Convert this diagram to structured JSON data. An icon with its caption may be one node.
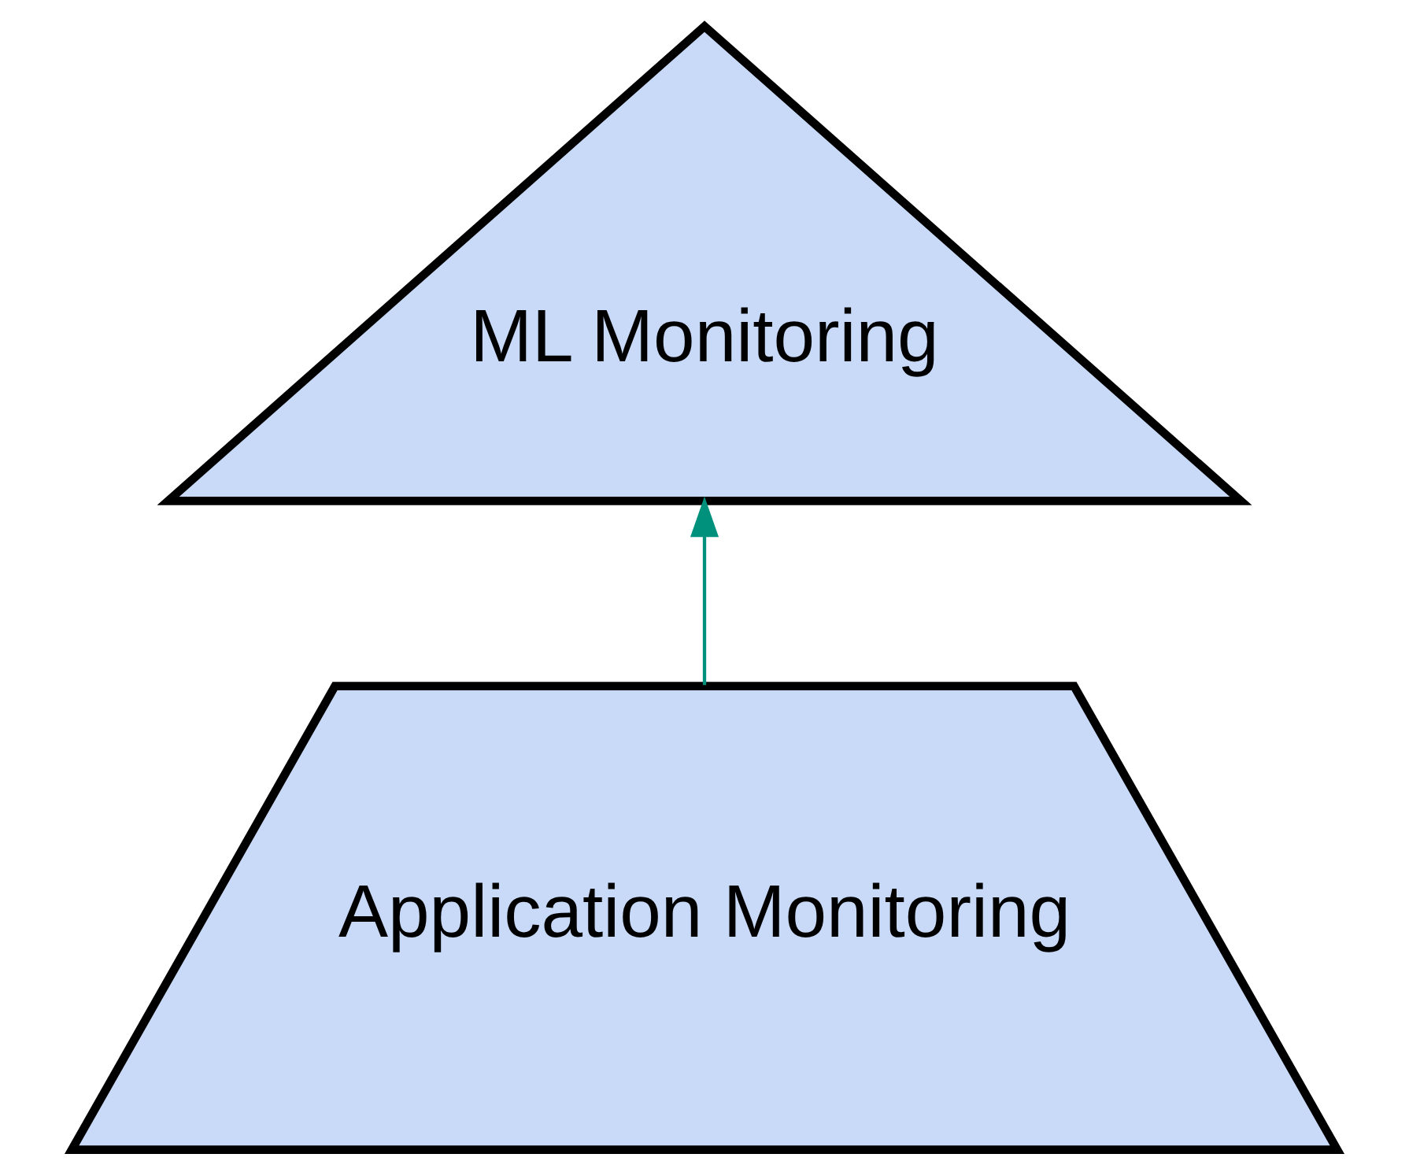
{
  "diagram": {
    "nodes": [
      {
        "text": [
          "ML Monitoring"
        ]
      },
      {
        "text": [
          "Application Monitoring"
        ]
      }
    ],
    "edges": [
      {
        "from": 1,
        "to": 0,
        "arrow": "to",
        "color": "#00917c"
      }
    ]
  }
}
